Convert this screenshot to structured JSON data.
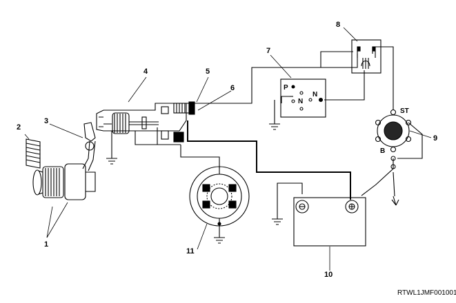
{
  "diagram": {
    "callouts": [
      "1",
      "2",
      "3",
      "4",
      "5",
      "6",
      "7",
      "8",
      "9",
      "10",
      "11"
    ],
    "switch_labels": {
      "p": "P",
      "n_left": "N",
      "n_right": "N"
    },
    "ignition_labels": {
      "st": "ST",
      "b": "B"
    },
    "figure_code": "RTWL1JMF001001"
  }
}
